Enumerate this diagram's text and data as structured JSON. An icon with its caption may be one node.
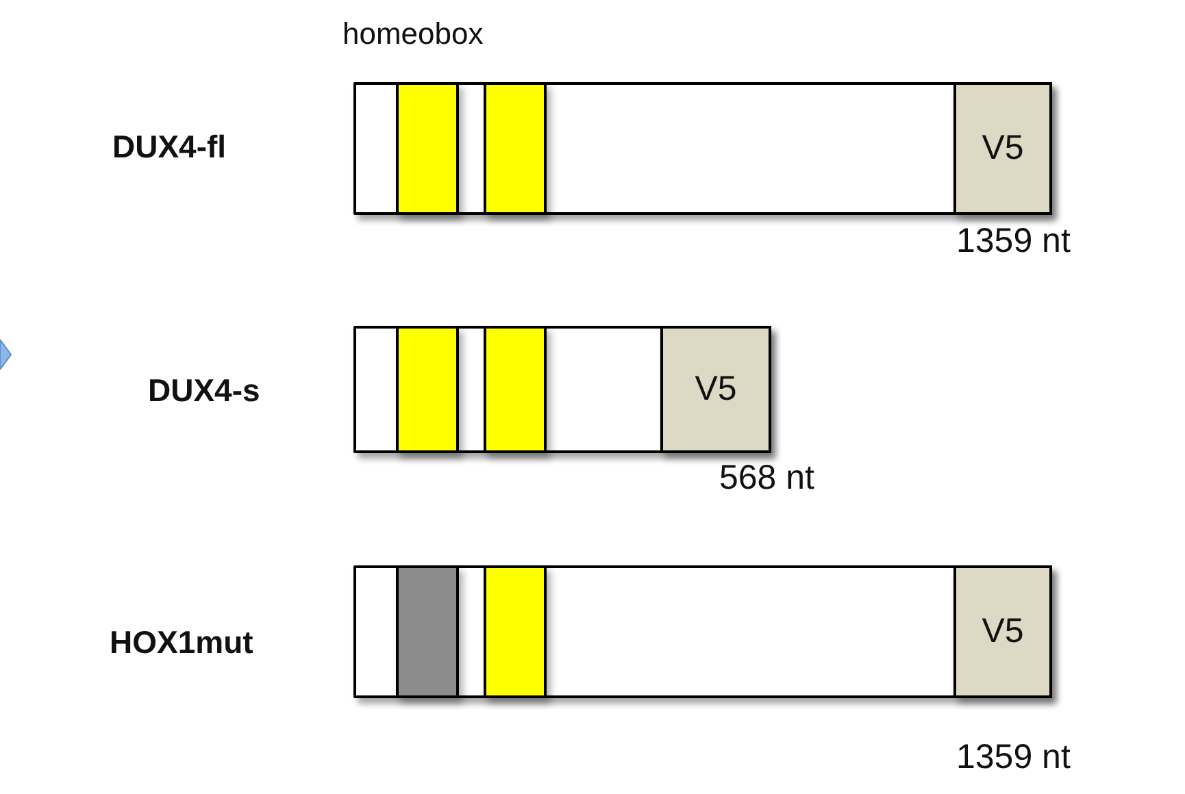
{
  "diagram": {
    "nodes": [
      {
        "text": [],
        "shape": "bar"
      },
      {
        "text": [],
        "shape": "box",
        "in": 0
      },
      {
        "text": [],
        "shape": "box",
        "in": 0
      },
      {
        "text": [
          "V5"
        ],
        "in": 0
      },
      {
        "text": [],
        "shape": "bar"
      },
      {
        "text": [],
        "shape": "box",
        "in": 4
      },
      {
        "text": [],
        "shape": "box",
        "in": 4
      },
      {
        "text": [
          "V5"
        ],
        "in": 4
      },
      {
        "text": [],
        "shape": "bar"
      },
      {
        "text": [],
        "shape": "box",
        "in": 8
      },
      {
        "text": [],
        "shape": "box",
        "in": 8
      },
      {
        "text": [
          "V5"
        ],
        "in": 8
      }
    ],
    "labels": [
      "homeobox",
      "DUX4-fl",
      "1359 nt",
      "DUX4-s",
      "568 nt",
      "HOX1mut",
      "1359 nt"
    ]
  }
}
